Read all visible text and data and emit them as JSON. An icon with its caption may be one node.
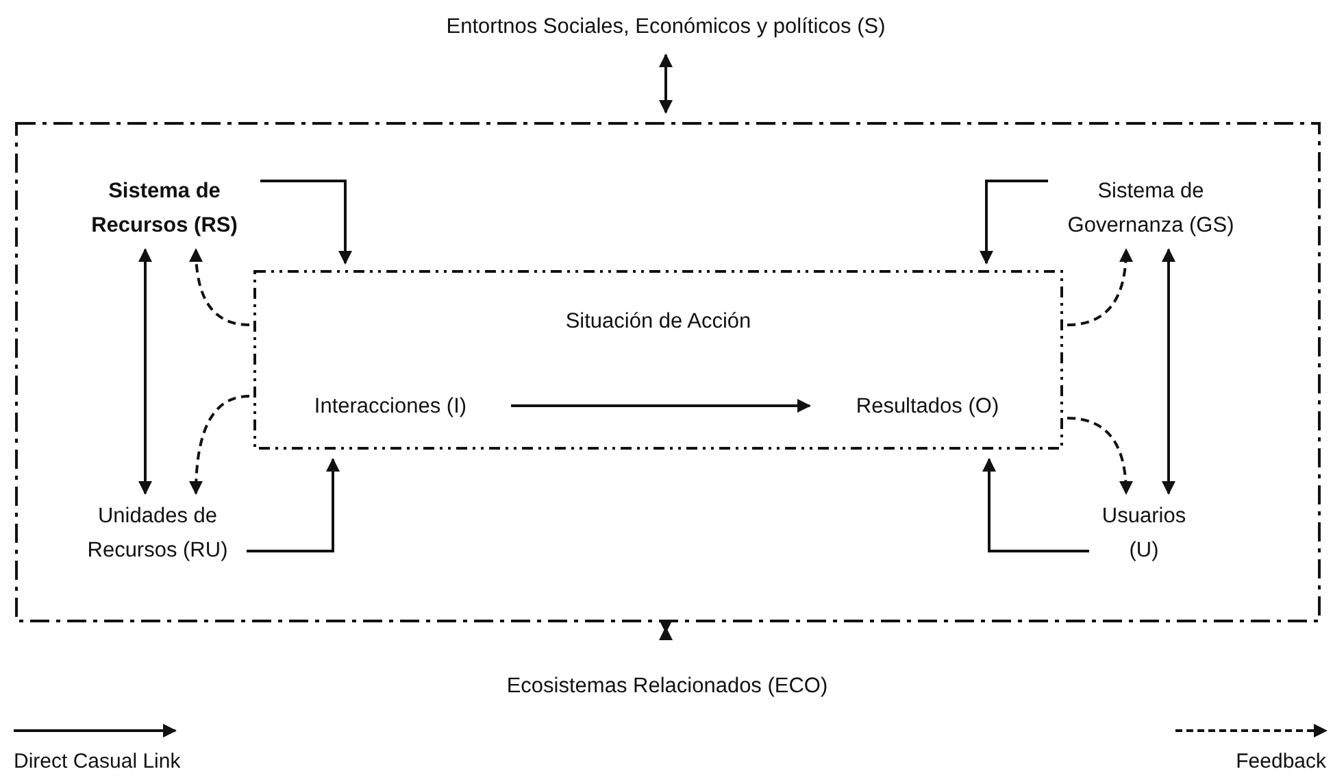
{
  "diagram": {
    "nodes": [
      {
        "text": [
          "Entortnos Sociales, Económicos y políticos (S)"
        ]
      },
      {
        "text": [],
        "shape": "box"
      },
      {
        "text": [
          "Sistema de Recursos (RS)"
        ],
        "in": 1
      },
      {
        "text": [
          "Sistema de Governanza (GS)"
        ],
        "in": 1
      },
      {
        "text": [
          "Situación de Acción"
        ],
        "in": 1
      },
      {
        "text": [
          "Interacciones (I)"
        ],
        "in": 4
      },
      {
        "text": [
          "Resultados (O)"
        ],
        "in": 4
      },
      {
        "text": [
          "Unidades de Recursos (RU)"
        ],
        "in": 1
      },
      {
        "text": [
          "Usuarios (U)"
        ],
        "in": 1
      },
      {
        "text": [
          "Ecosistemas Relacionados (ECO)"
        ]
      }
    ],
    "edges": [
      {
        "from": 0,
        "to": 1,
        "arrow": "both"
      },
      {
        "from": 1,
        "to": 9,
        "arrow": "both"
      },
      {
        "from": 2,
        "to": 4,
        "arrow": "to"
      },
      {
        "from": 3,
        "to": 4,
        "arrow": "to"
      },
      {
        "from": 4,
        "to": 2,
        "arrow": "to",
        "style": "dashed"
      },
      {
        "from": 4,
        "to": 7,
        "arrow": "to",
        "style": "dashed"
      },
      {
        "from": 4,
        "to": 3,
        "arrow": "to",
        "style": "dashed"
      },
      {
        "from": 4,
        "to": 8,
        "arrow": "to",
        "style": "dashed"
      },
      {
        "from": 7,
        "to": 4,
        "arrow": "to"
      },
      {
        "from": 8,
        "to": 4,
        "arrow": "to"
      },
      {
        "from": 2,
        "to": 7,
        "arrow": "both"
      },
      {
        "from": 3,
        "to": 8,
        "arrow": "both"
      },
      {
        "from": 5,
        "to": 6,
        "arrow": "to"
      }
    ],
    "legend": [
      {
        "text": "Direct Casual Link"
      },
      {
        "text": "Feedback"
      }
    ]
  }
}
